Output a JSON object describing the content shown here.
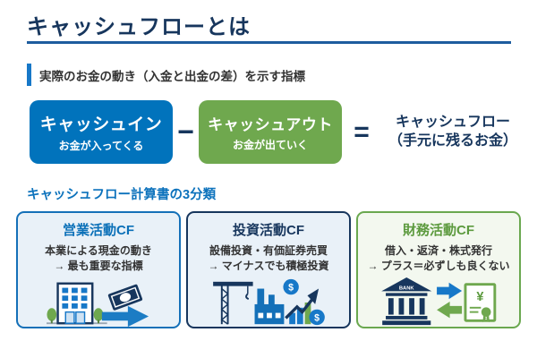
{
  "title": "キャッシュフローとは",
  "definition": "実際のお金の動き（入金と出金の差）を示す指標",
  "formula": {
    "cash_in": {
      "label": "キャッシュイン",
      "sub": "お金が入ってくる"
    },
    "minus": "−",
    "cash_out": {
      "label": "キャッシュアウト",
      "sub": "お金が出ていく"
    },
    "equals": "=",
    "result_line1": "キャッシュフロー",
    "result_line2": "（手元に残るお金）"
  },
  "section": {
    "heading": "キャッシュフロー計算書の3分類",
    "cards": [
      {
        "title": "営業活動CF",
        "line1": "本業による現金の動き",
        "line2": "→ 最も重要な指標"
      },
      {
        "title": "投資活動CF",
        "line1": "設備投資・有価証券売買",
        "line2": "→ マイナスでも積極投資"
      },
      {
        "title": "財務活動CF",
        "line1": "借入・返済・株式発行",
        "line2": "→ プラス＝必ずしも良くない"
      }
    ]
  },
  "icons": {
    "bank_label": "BANK",
    "dollar_symbol": "$",
    "yen_symbol": "¥"
  },
  "colors": {
    "navy": "#17365d",
    "cash_in_blue": "#0173bc",
    "cash_out_green": "#6fa84e",
    "accent_blue": "#1778c8",
    "heading_blue": "#0c72bc",
    "card_bg_blue": "#e9f1f8",
    "card_bg_green": "#f3f8ef",
    "body_text": "#333333"
  }
}
